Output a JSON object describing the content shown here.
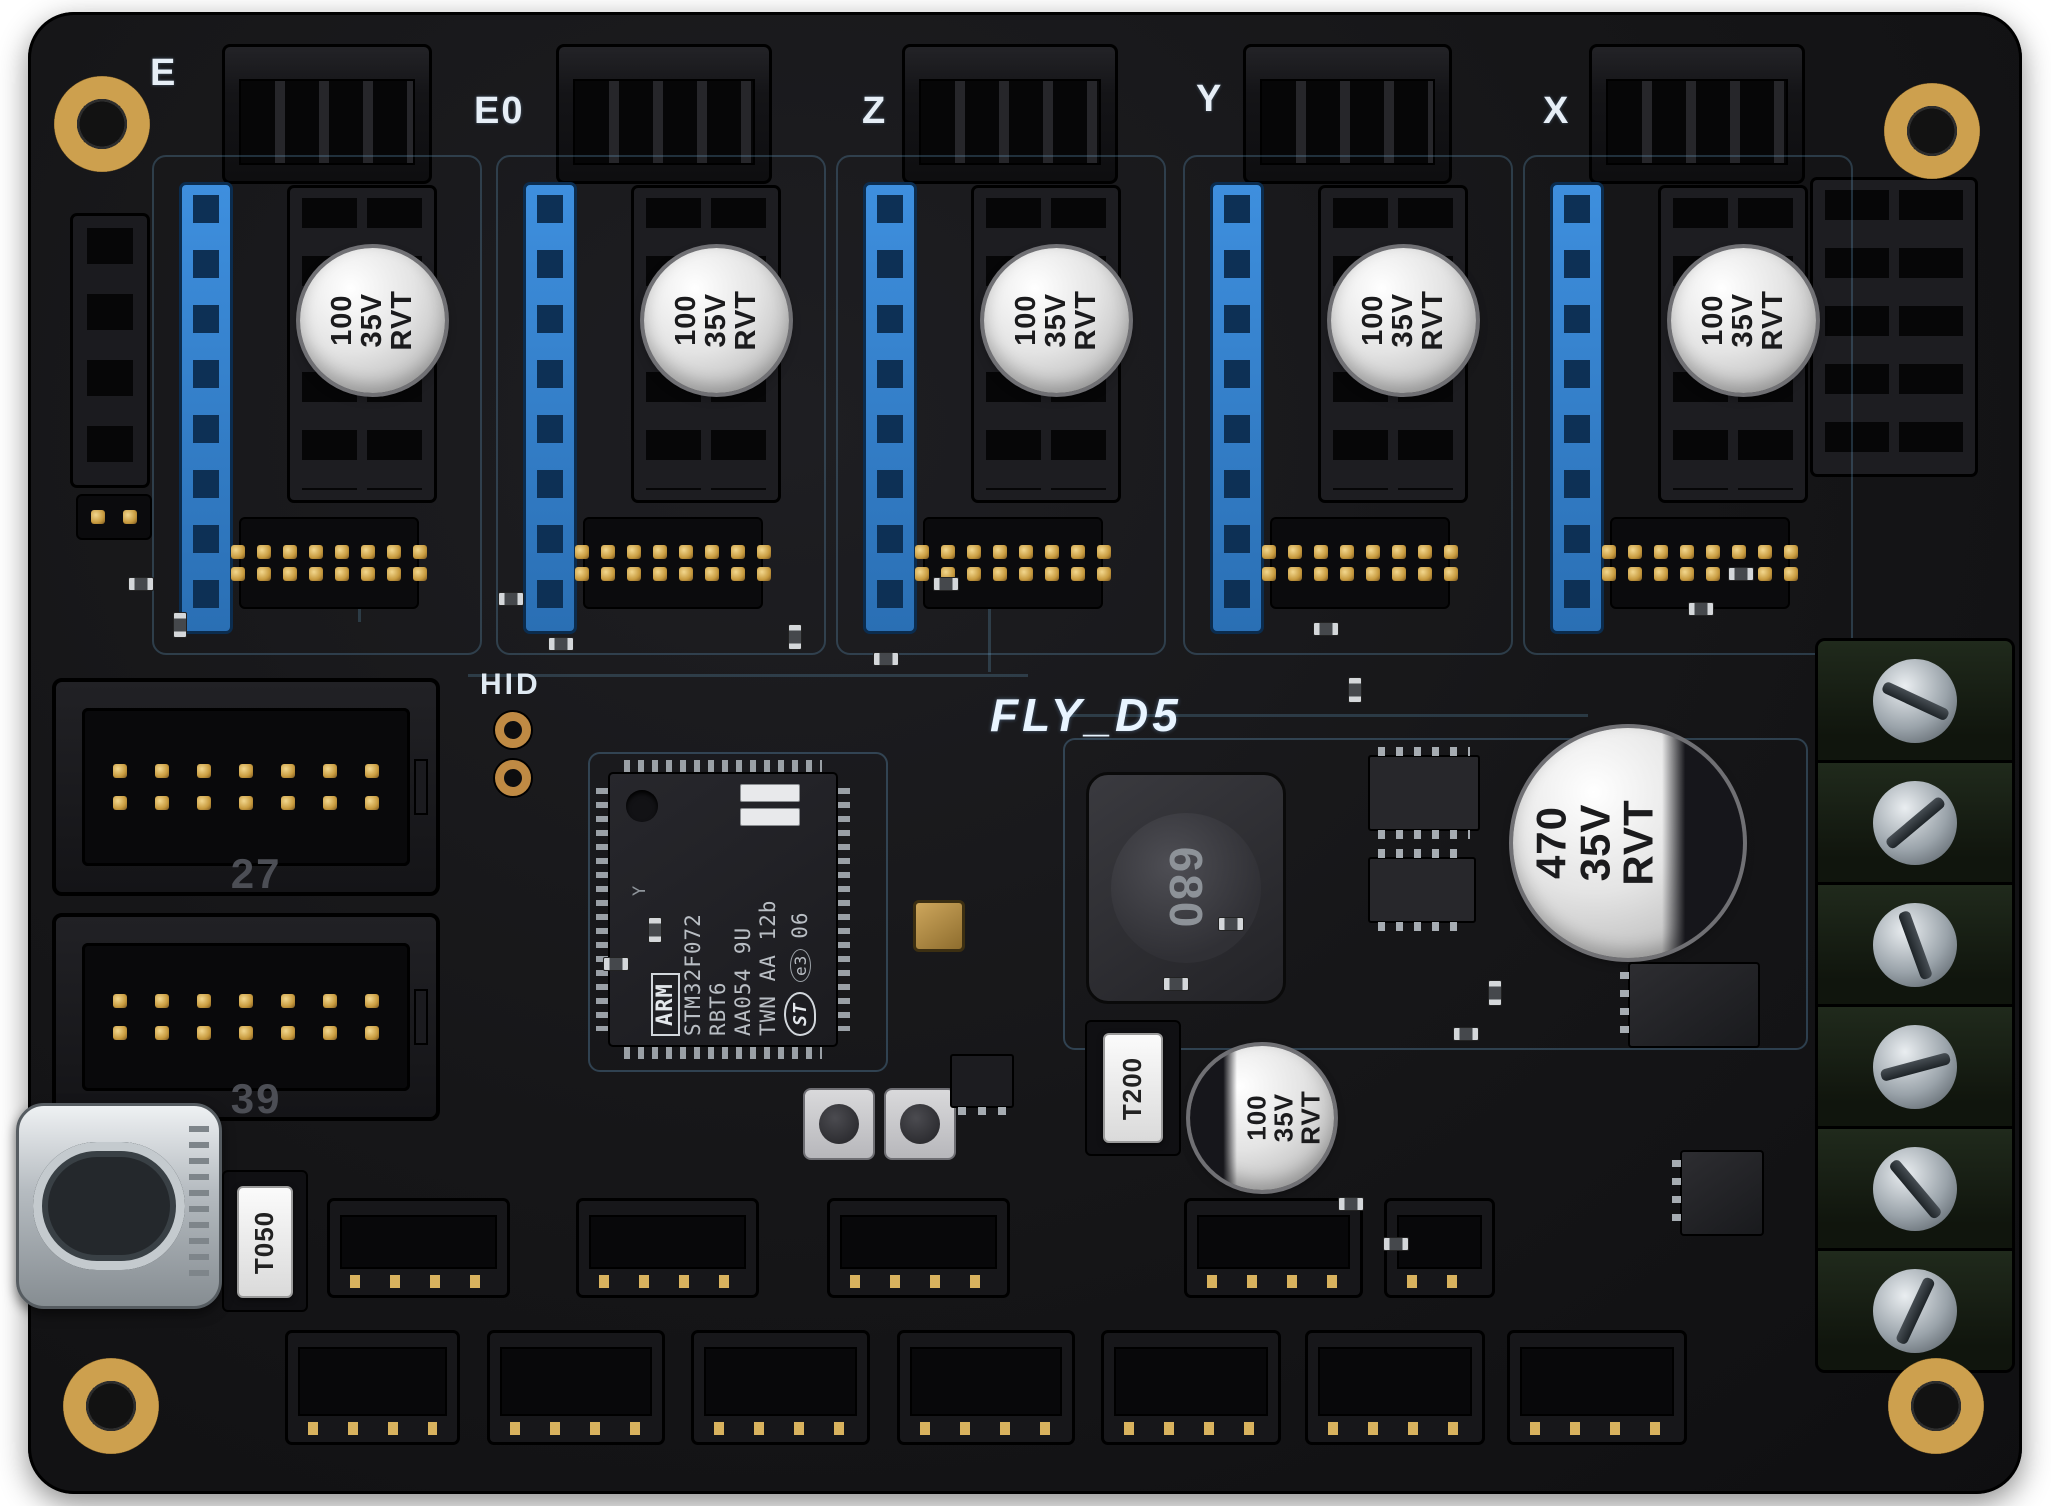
{
  "board": {
    "title": "FLY_D5",
    "hid_label": "HID",
    "axis_labels": [
      "E",
      "E0",
      "Z",
      "Y",
      "X"
    ],
    "driver_cap": {
      "l1": "100",
      "l2": "35V",
      "l3": "RVT"
    },
    "bulk_cap": {
      "l1": "470",
      "l2": "35V",
      "l3": "RVT"
    },
    "aux_cap": {
      "l1": "100",
      "l2": "35V",
      "l3": "RVT"
    },
    "inductor_value": "680",
    "fuse_main": "T200",
    "fuse_aux": "T050",
    "idc_top_label": "27",
    "idc_bottom_label": "39",
    "mcu": {
      "pin1_mark": "Y",
      "brand": "ARM",
      "part_line1": "STM32F072",
      "part_line2": "RBT6",
      "lot_line1": "AA054 9U",
      "lot_line2": "TWN AA 12b",
      "logo_text": "ST",
      "rohs_mark": "e3",
      "date_code": "06"
    }
  }
}
